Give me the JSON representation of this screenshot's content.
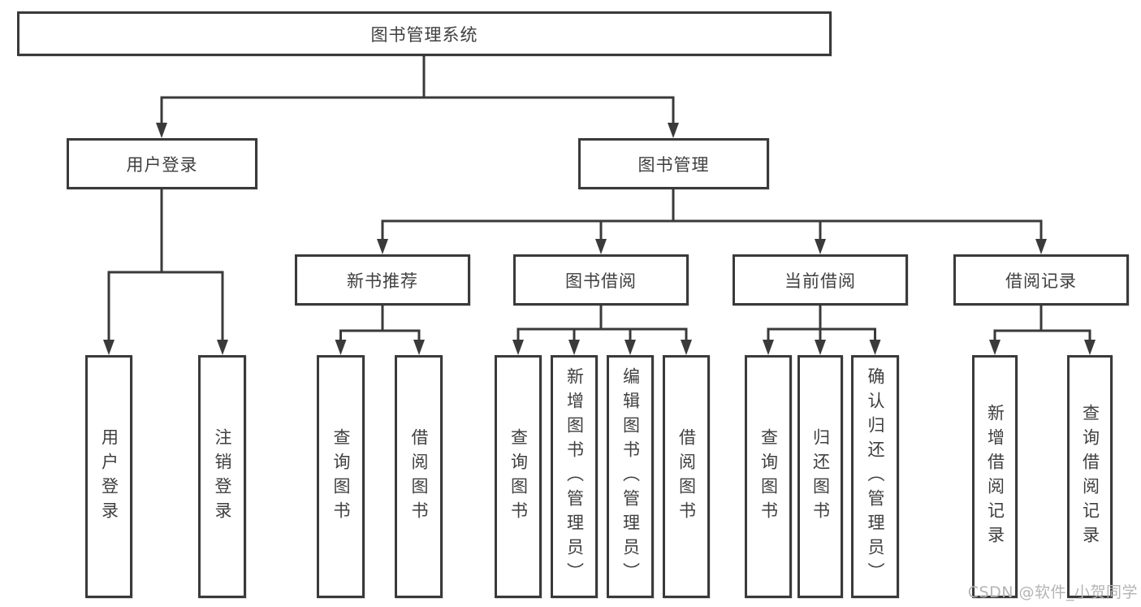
{
  "diagram": {
    "root_label": "图书管理系统",
    "branches": [
      {
        "label": "用户登录",
        "children": [
          "用户登录",
          "注销登录"
        ]
      },
      {
        "label": "图书管理",
        "children": [
          {
            "label": "新书推荐",
            "children": [
              "查询图书",
              "借阅图书"
            ]
          },
          {
            "label": "图书借阅",
            "children": [
              "查询图书",
              "新增图书（管理员）",
              "编辑图书（管理员）",
              "借阅图书"
            ]
          },
          {
            "label": "当前借阅",
            "children": [
              "查询图书",
              "归还图书",
              "确认归还（管理员）"
            ]
          },
          {
            "label": "借阅记录",
            "children": [
              "新增借阅记录",
              "查询借阅记录"
            ]
          }
        ]
      }
    ]
  },
  "watermark": "CSDN @软件_小贺同学",
  "colors": {
    "line": "#3a3a3a",
    "text": "#3f3f3f",
    "background": "#ffffff",
    "watermark": "#b4b4b4"
  }
}
